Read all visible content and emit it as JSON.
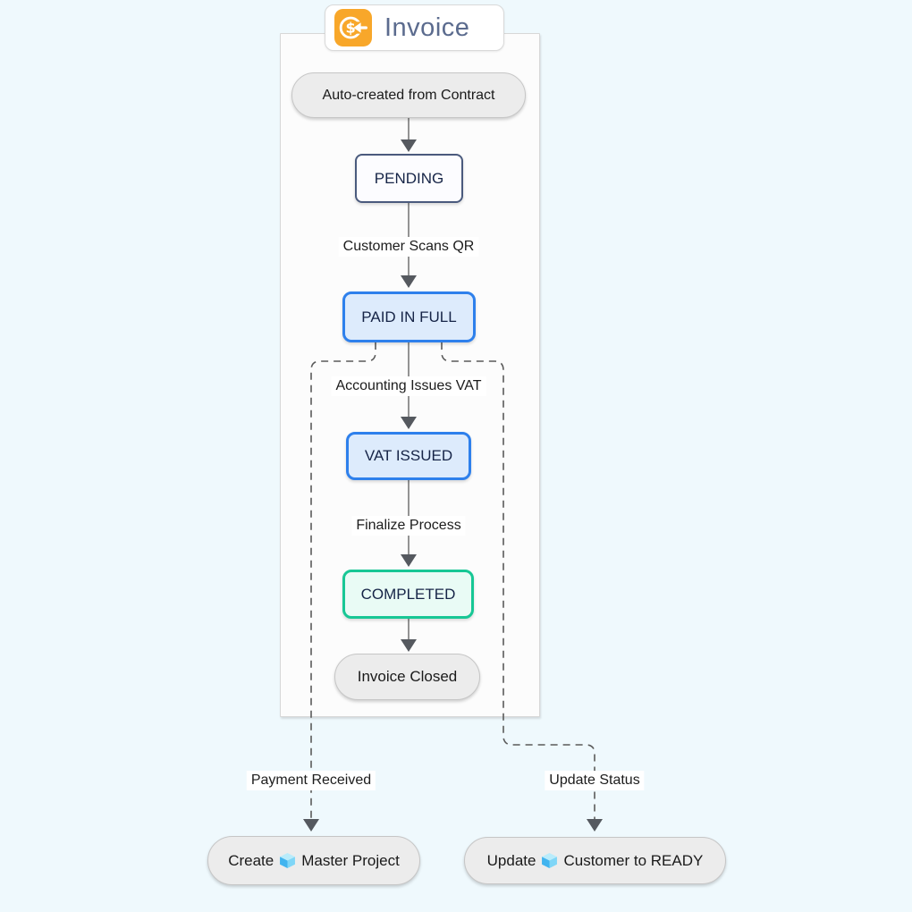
{
  "title": {
    "label": "Invoice",
    "icon": "money-received-icon"
  },
  "nodes": {
    "start": {
      "label": "Auto-created from Contract"
    },
    "pending": {
      "label": "PENDING"
    },
    "paid": {
      "label": "PAID IN FULL"
    },
    "vat": {
      "label": "VAT ISSUED"
    },
    "completed": {
      "label": "COMPLETED"
    },
    "closed": {
      "label": "Invoice Closed"
    },
    "create_project": {
      "prefix": "Create",
      "icon": "ice-cube-icon",
      "suffix": "Master Project"
    },
    "update_customer": {
      "prefix": "Update",
      "icon": "ice-cube-icon",
      "suffix": "Customer to READY"
    }
  },
  "edges": {
    "start_to_pending": "",
    "pending_to_paid": "Customer Scans QR",
    "paid_to_vat": "Accounting Issues VAT",
    "vat_to_completed": "Finalize Process",
    "completed_to_closed": "",
    "paid_to_create_project": "Payment Received",
    "paid_to_update_customer": "Update Status"
  },
  "colors": {
    "page_background": "#eff9fd",
    "container_fill": "#fcfcfc",
    "pending_border": "#4a5a7d",
    "paid_border": "#2e80ec",
    "paid_fill": "#ddebfc",
    "completed_border": "#17c795",
    "completed_fill": "#e9fbf5",
    "pill_fill": "#ececec",
    "title_icon": "#f8a72a",
    "title_text": "#5b6b8e",
    "line": "#7a7a7a",
    "arrowhead": "#55595f"
  }
}
